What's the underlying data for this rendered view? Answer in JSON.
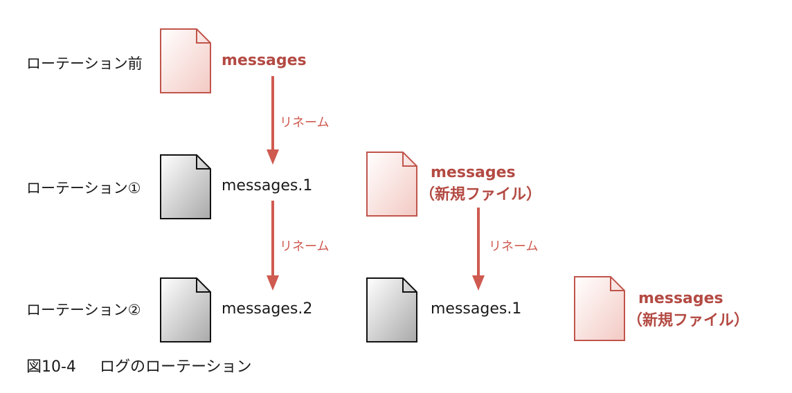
{
  "rows": {
    "before": "ローテーション前",
    "rot1": "ローテーション①",
    "rot2": "ローテーション②"
  },
  "files": {
    "messages": "messages",
    "messages1": "messages.1",
    "messages2": "messages.2",
    "new_file": "（新規ファイル）"
  },
  "rename": "リネーム",
  "caption": {
    "number": "図10-4",
    "title": "ログのローテーション"
  },
  "colors": {
    "accent": "#b34a43",
    "arrow": "#cf5a50",
    "doc_red_stroke": "#c0544b",
    "doc_black_stroke": "#111111"
  }
}
